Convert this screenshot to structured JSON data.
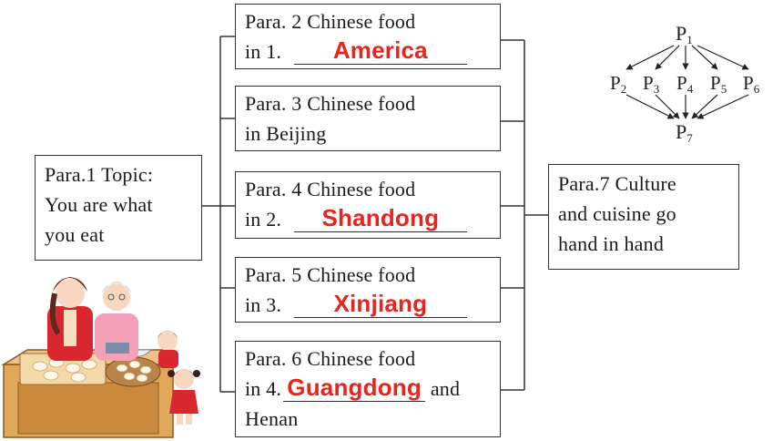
{
  "topic_box": {
    "lines": [
      "Para.1 Topic:",
      "You are what",
      "you eat"
    ]
  },
  "paragraphs": [
    {
      "line1": "Para. 2 Chinese food",
      "line2_prefix": "in 1.",
      "answer": "America",
      "line2_suffix": ""
    },
    {
      "line1": "Para. 3 Chinese food",
      "line2_text": "in Beijing"
    },
    {
      "line1": "Para. 4 Chinese food",
      "line2_prefix": "in 2.",
      "answer": "Shandong",
      "line2_suffix": ""
    },
    {
      "line1": "Para. 5 Chinese food",
      "line2_prefix": "in 3.",
      "answer": "Xinjiang",
      "line2_suffix": ""
    },
    {
      "line1": "Para. 6 Chinese food",
      "line2_prefix": "in 4.",
      "answer": "Guangdong",
      "line2_suffix": "and",
      "line3": "Henan"
    }
  ],
  "conclusion_box": {
    "lines": [
      "Para.7 Culture",
      "and cuisine go",
      "hand in hand"
    ]
  },
  "mini_diagram": {
    "top": "P1",
    "middle": [
      "P2",
      "P3",
      "P4",
      "P5",
      "P6"
    ],
    "bottom": "P7"
  },
  "colors": {
    "answer": "#e8241c",
    "border": "#333333"
  },
  "illustration": {
    "icon": "family-making-dumplings-illustration"
  }
}
